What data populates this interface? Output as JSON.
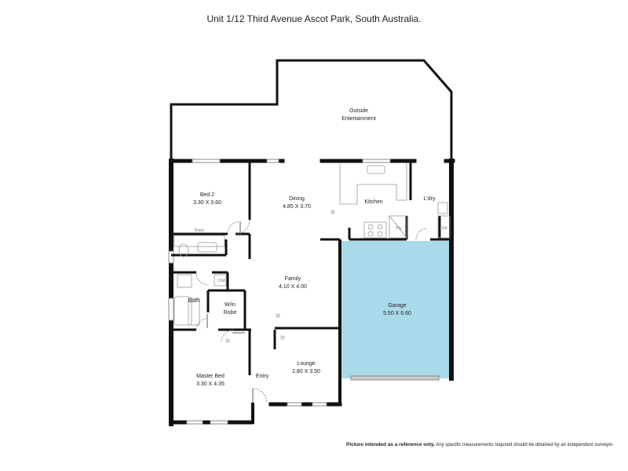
{
  "header": {
    "title": "Unit 1/12 Third Avenue Ascot Park, South Australia."
  },
  "rooms": {
    "outside": {
      "line1": "Outside",
      "line2": "Entertainment"
    },
    "bed2": {
      "name": "Bed 2",
      "dims": "3.30 X 3.60"
    },
    "dining": {
      "name": "Dining",
      "dims": "4.85 X 3.70"
    },
    "kitchen": {
      "name": "Kitchen"
    },
    "ldry": {
      "name": "L'dry"
    },
    "family": {
      "name": "Family",
      "dims": "4.10 X 4.00"
    },
    "garage": {
      "name": "Garage",
      "dims": "5.50 X 6.60"
    },
    "bath": {
      "name": "Bath"
    },
    "winrobe": {
      "line1": "W/in",
      "line2": "Robe"
    },
    "master": {
      "name": "Master Bed",
      "dims": "3.30 X 4.35"
    },
    "entry": {
      "name": "Entry"
    },
    "lounge": {
      "name": "Lounge",
      "dims": "2.80 X 3.50"
    }
  },
  "fixtures": {
    "robe": "Robe",
    "cbd": "Cbd",
    "pty": "Pty",
    "cbd2": "Cbd"
  },
  "colors": {
    "wall": "#111111",
    "garage_fill": "#a8daea",
    "fixture": "#888888"
  },
  "footer": {
    "bold": "Picture intended as a reference only.",
    "rest": "Any specific measurements required should be obtained by an independent surveyor."
  }
}
